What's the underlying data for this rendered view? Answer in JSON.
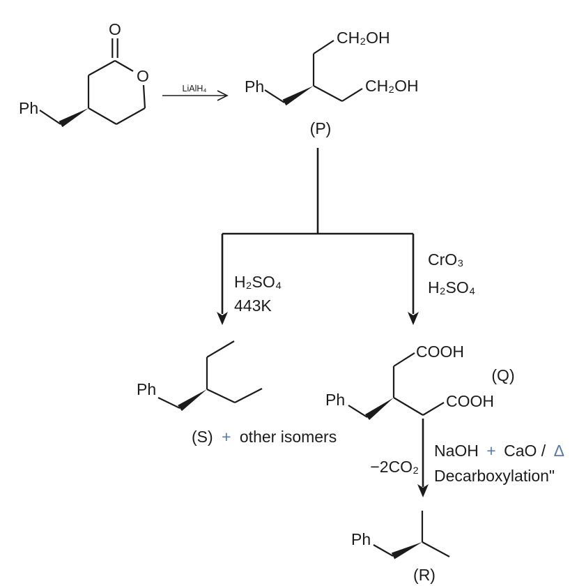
{
  "colors": {
    "background": "#ffffff",
    "ink": "#1b1b1b",
    "accent_blue": "#5b78ad"
  },
  "reaction_scheme": {
    "starting_material": {
      "substituent_label": "Ph",
      "carbonyl_oxygen": "O",
      "ring_oxygen": "O"
    },
    "arrow_1": {
      "reagent": "LiAlH₄"
    },
    "compound_p": {
      "substituent_label": "Ph",
      "branch_top": "CH₂OH",
      "branch_right": "CH₂OH",
      "name_label": "(P)"
    },
    "left_branch": {
      "reagents": [
        "H₂SO₄",
        "443K"
      ]
    },
    "right_branch": {
      "reagents": [
        "CrO₃",
        "H₂SO₄"
      ]
    },
    "compound_s": {
      "substituent_label": "Ph",
      "name_label": "(S)",
      "plus_sign": "+",
      "suffix": "other isomers"
    },
    "compound_q": {
      "substituent_label": "Ph",
      "branch_top": "COOH",
      "branch_right": "COOH",
      "name_label": "(Q)"
    },
    "arrow_2": {
      "left_label": "−2CO₂",
      "reagent_naoh": "NaOH",
      "reagent_plus": "+",
      "reagent_cao": "CaO /",
      "reagent_delta": "Δ",
      "line2": "Decarboxylation\""
    },
    "compound_r": {
      "substituent_label": "Ph",
      "name_label": "(R)"
    }
  }
}
